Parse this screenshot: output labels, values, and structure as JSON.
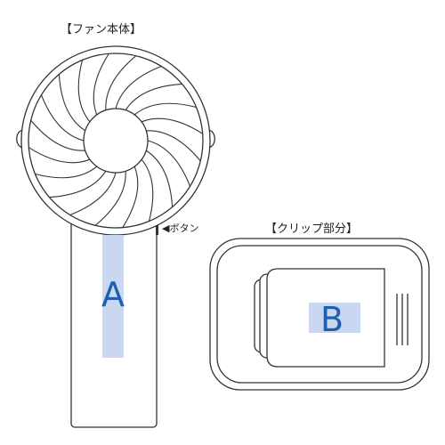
{
  "fan": {
    "title": "【ファン本体】",
    "button_label": "◀ボタン",
    "part_label": "A"
  },
  "clip": {
    "title": "【クリップ部分】",
    "part_label": "B"
  },
  "colors": {
    "outline": "#333333",
    "highlight": "#c9d7f0",
    "label": "#1f5fb0"
  },
  "icons": {
    "button_marker": "triangle-left-icon"
  }
}
